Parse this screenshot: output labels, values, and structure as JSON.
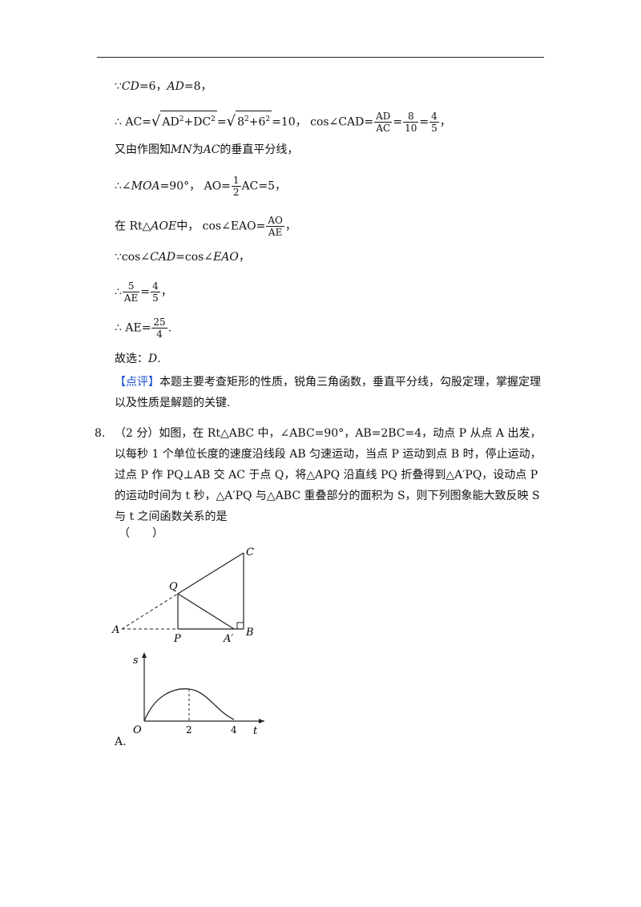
{
  "lines": {
    "l1": {
      "a": "∵",
      "b": "CD",
      "c": "=6，",
      "d": "AD",
      "e": "=8，"
    },
    "l2": {
      "pre": "∴ AC=",
      "rad1": "AD",
      "e1": "2",
      "plus": "+DC",
      "e2": "2",
      "eq": "=",
      "rad2a": "8",
      "e3": "2",
      "plus2": "+6",
      "e4": "2",
      "post": "=10，",
      "cos": "cos∠CAD=",
      "f1n": "AD",
      "f1d": "AC",
      "eq2": "=",
      "f2n": "8",
      "f2d": "10",
      "eq3": "=",
      "f3n": "4",
      "f3d": "5",
      "end": "，"
    },
    "l3": {
      "a": "又由作图知",
      "b": "MN",
      "c": "为",
      "d": "AC",
      "e": "的垂直平分线，"
    },
    "l4": {
      "a": "∴∠",
      "b": "MOA",
      "c": "=90°，",
      "d": "AO=",
      "fn": "1",
      "fd": "2",
      "e": "AC=5，"
    },
    "l5": {
      "a": "在 Rt△",
      "b": "AOE",
      "c": "中，",
      "d": "cos∠EAO=",
      "fn": "AO",
      "fd": "AE",
      "e": "，"
    },
    "l6": {
      "a": "∵cos∠",
      "b": "CAD",
      "c": "=cos∠",
      "d": "EAO",
      "e": "，"
    },
    "l7": {
      "a": "∴",
      "f1n": "5",
      "f1d": "AE",
      "eq": "=",
      "f2n": "4",
      "f2d": "5",
      "e": "，"
    },
    "l8": {
      "a": "∴ AE=",
      "fn": "25",
      "fd": "4",
      "e": "."
    },
    "l9": {
      "a": "故选：",
      "b": "D",
      "c": "."
    }
  },
  "comment": {
    "tag": "【点评】",
    "text": "本题主要考查矩形的性质，锐角三角函数，垂直平分线，勾股定理，掌握定理以及性质是解题的关键."
  },
  "question": {
    "number": "8.",
    "text": "（2 分）如图，在 Rt△ABC 中，∠ABC=90°，AB=2BC=4，动点 P 从点 A 出发，以每秒 1 个单位长度的速度沿线段 AB 匀速运动，当点 P 运动到点 B 时，停止运动，过点 P 作 PQ⊥AB 交 AC 于点 Q，将△APQ 沿直线 PQ 折叠得到△A′PQ，设动点 P 的运动时间为 t 秒，△A′PQ 与△ABC 重叠部分的面积为 S，则下列图象能大致反映 S 与 t 之间函数关系的是",
    "blank": "（　　）"
  },
  "figure": {
    "A": "A",
    "B": "B",
    "C": "C",
    "P": "P",
    "Q": "Q",
    "A2": "A′"
  },
  "graph": {
    "s": "s",
    "t": "t",
    "O": "O",
    "x2": "2",
    "x4": "4"
  },
  "option_a": "A."
}
